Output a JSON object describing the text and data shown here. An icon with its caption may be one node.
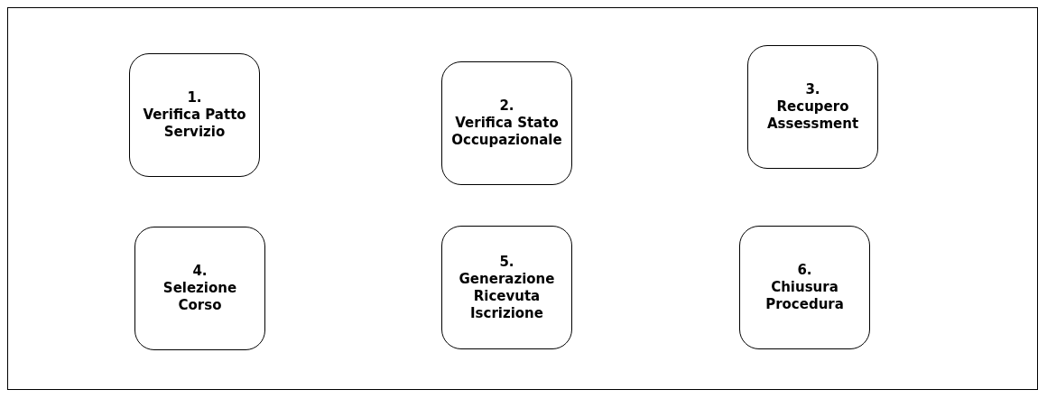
{
  "diagram": {
    "nodes": [
      {
        "text": [
          "1.",
          "Verifica Patto Servizio"
        ]
      },
      {
        "text": [
          "2.",
          "Verifica Stato Occupazionale"
        ]
      },
      {
        "text": [
          "3.",
          "Recupero Assessment"
        ]
      },
      {
        "text": [
          "4.",
          "Selezione Corso"
        ]
      },
      {
        "text": [
          "5.",
          "Generazione Ricevuta Iscrizione"
        ]
      },
      {
        "text": [
          "6.",
          "Chiusura Procedura"
        ]
      }
    ]
  }
}
